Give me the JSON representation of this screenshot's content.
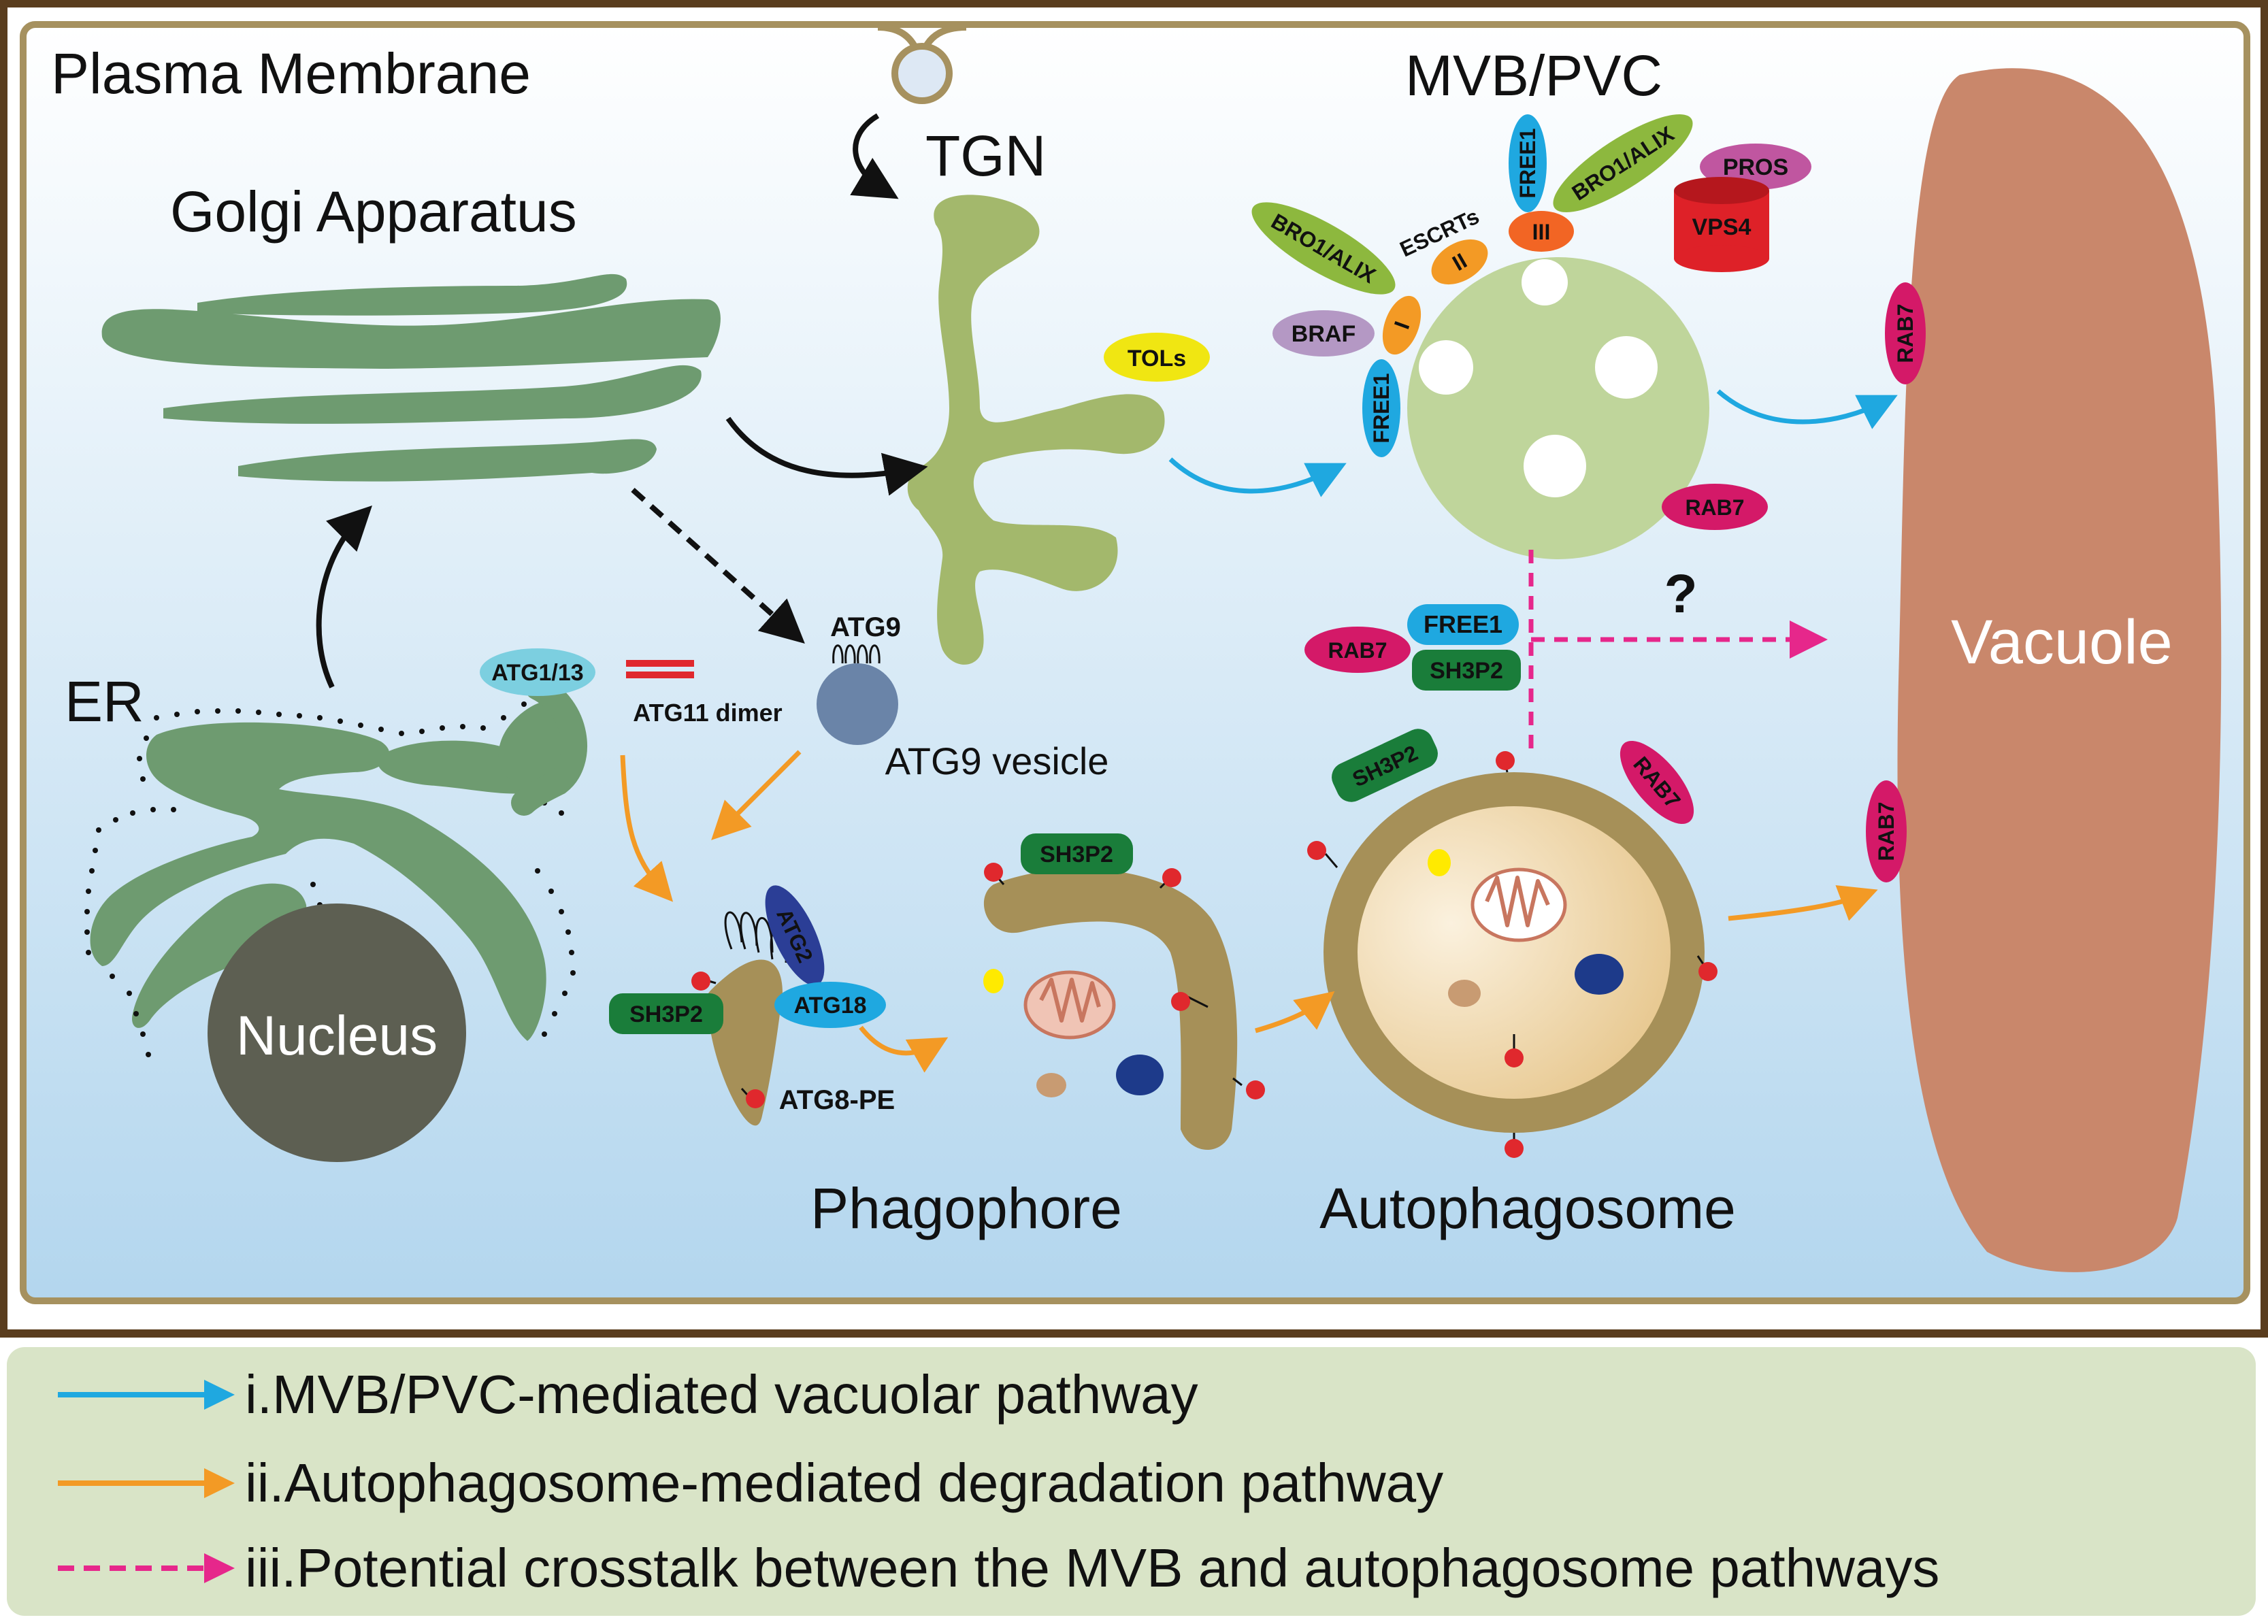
{
  "labels": {
    "plasma_membrane": "Plasma Membrane",
    "golgi": "Golgi Apparatus",
    "tgn": "TGN",
    "mvb": "MVB/PVC",
    "er": "ER",
    "nucleus": "Nucleus",
    "vacuole": "Vacuole",
    "phagophore": "Phagophore",
    "autophagosome": "Autophagosome",
    "atg9": "ATG9",
    "atg9_vesicle": "ATG9 vesicle",
    "atg11": "ATG11 dimer",
    "atg8": "ATG8-PE",
    "question": "?",
    "escrts": "ESCRTs"
  },
  "proteins": {
    "atg1_13": "ATG1/13",
    "tols": "TOLs",
    "bro1_left": "BRO1/ALIX",
    "bro1_right": "BRO1/ALIX",
    "braf": "BRAF",
    "free1_left": "FREE1",
    "free1_top": "FREE1",
    "free1_mid": "FREE1",
    "escrt_i": "I",
    "escrt_ii": "II",
    "escrt_iii": "III",
    "pros": "PROS",
    "vps4": "VPS4",
    "rab7_mvb": "RAB7",
    "rab7_vac_top": "RAB7",
    "rab7_vac_bottom": "RAB7",
    "rab7_mid": "RAB7",
    "rab7_auto": "RAB7",
    "sh3p2_mid": "SH3P2",
    "sh3p2_auto": "SH3P2",
    "sh3p2_phago": "SH3P2",
    "sh3p2_iso": "SH3P2",
    "atg2": "ATG2",
    "atg18": "ATG18"
  },
  "legend": [
    {
      "text": "i.MVB/PVC-mediated vacuolar pathway",
      "color": "#1fa8e0",
      "style": "solid"
    },
    {
      "text": "ii.Autophagosome-mediated degradation pathway",
      "color": "#f39a25",
      "style": "solid"
    },
    {
      "text": "iii.Potential crosstalk between the MVB and autophagosome pathways",
      "color": "#e6278b",
      "style": "dashed"
    }
  ],
  "colors": {
    "cyan_arrow": "#1fa8e0",
    "orange_arrow": "#f39a25",
    "pink_arrow": "#e6278b",
    "golgi": "#6e9b70",
    "tgn": "#a3b86c",
    "mvb": "#bfd59b",
    "vacuole": "#c9876b",
    "nucleus": "#5d5f52",
    "autophagosome_ring": "#a69058",
    "legend_bg": "#d9e4c7",
    "frame": "#5a3d1e"
  }
}
